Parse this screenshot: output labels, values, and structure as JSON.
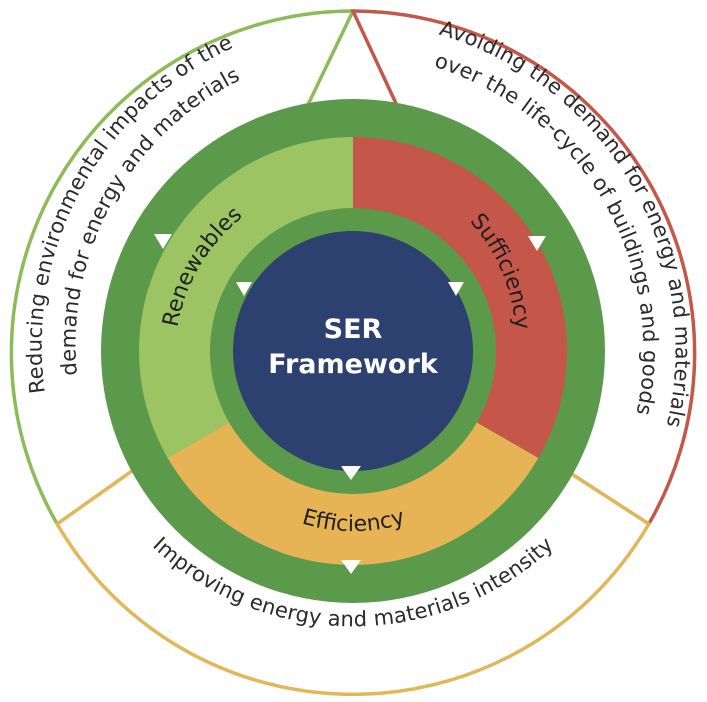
{
  "center": {
    "line1": "SER",
    "line2": "Framework",
    "color": "#2c4170"
  },
  "segments": {
    "renewables": {
      "label": "Renewables",
      "color": "#9cc463"
    },
    "sufficiency": {
      "label": "Sufficiency",
      "color": "#c5574a"
    },
    "efficiency": {
      "label": "Efficiency",
      "color": "#e6b455"
    }
  },
  "outer": {
    "left": {
      "line1": "Reducing environmental impacts of the",
      "line2": "demand for energy and materials",
      "color": "#8dbb5a"
    },
    "right": {
      "line1": "Avoiding the demand for energy and materials",
      "line2": "over the life-cycle of buildings and goods",
      "color": "#c5574a"
    },
    "bottom": {
      "line1": "Improving energy and materials intensity",
      "color": "#e0b85a"
    }
  },
  "ring_color": "#5a9a4a"
}
